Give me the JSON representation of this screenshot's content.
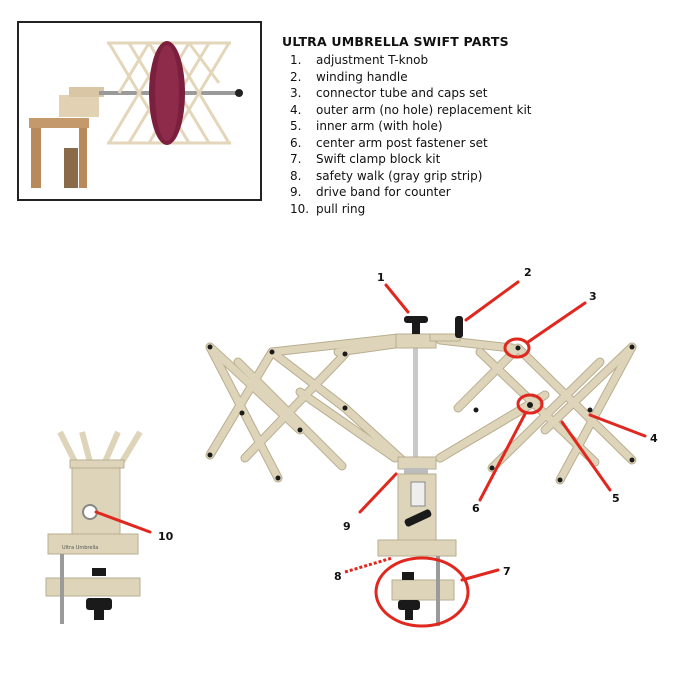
{
  "parts": {
    "title": "ULTRA UMBRELLA SWIFT PARTS",
    "items": [
      {
        "num": "1.",
        "label": "adjustment T-knob"
      },
      {
        "num": "2.",
        "label": "winding handle"
      },
      {
        "num": "3.",
        "label": "connector tube and caps set"
      },
      {
        "num": "4.",
        "label": "outer arm (no hole) replacement kit"
      },
      {
        "num": "5.",
        "label": "inner arm (with hole)"
      },
      {
        "num": "6.",
        "label": "center arm post fastener set"
      },
      {
        "num": "7.",
        "label": "Swift clamp block kit"
      },
      {
        "num": "8.",
        "label": "safety walk (gray grip strip)"
      },
      {
        "num": "9.",
        "label": "drive band for counter"
      },
      {
        "num": "10.",
        "label": "pull ring"
      }
    ]
  },
  "callouts": [
    "1",
    "2",
    "3",
    "4",
    "5",
    "6",
    "7",
    "8",
    "9",
    "10"
  ],
  "brand_label": "Ultra Umbrella",
  "colors": {
    "wood": "#ddd4ba",
    "wood_edge": "#b9ae90",
    "callout_red": "#e0281f",
    "knob_black": "#1a1a1a",
    "yarn": "#7a1f3d",
    "frame": "#222222"
  }
}
